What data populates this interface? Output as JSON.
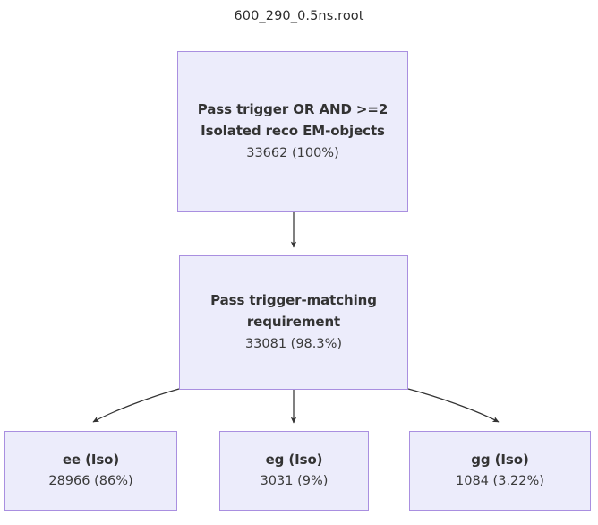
{
  "title": "600_290_0.5ns.root",
  "theme": {
    "background": "#ffffff",
    "node_fill": "#ececfb",
    "node_border": "#a98fe0",
    "text": "#333333",
    "edge": "#333333"
  },
  "nodes": [
    {
      "id": "total",
      "label": "Pass trigger OR AND >=2 Isolated reco EM-objects",
      "count": "33662 (100%)",
      "value": 33662,
      "percent": 100
    },
    {
      "id": "matching",
      "label": "Pass trigger-matching requirement",
      "count": "33081 (98.3%)",
      "value": 33081,
      "percent": 98.3
    },
    {
      "id": "ee",
      "label": "ee (Iso)",
      "count": "28966 (86%)",
      "value": 28966,
      "percent": 86
    },
    {
      "id": "eg",
      "label": "eg (Iso)",
      "count": "3031 (9%)",
      "value": 3031,
      "percent": 9
    },
    {
      "id": "gg",
      "label": "gg (Iso)",
      "count": "1084 (3.22%)",
      "value": 1084,
      "percent": 3.22
    }
  ],
  "edges": [
    {
      "from": "total",
      "to": "matching",
      "shape": "straight"
    },
    {
      "from": "matching",
      "to": "ee",
      "shape": "curve-left"
    },
    {
      "from": "matching",
      "to": "eg",
      "shape": "straight"
    },
    {
      "from": "matching",
      "to": "gg",
      "shape": "curve-right"
    }
  ]
}
